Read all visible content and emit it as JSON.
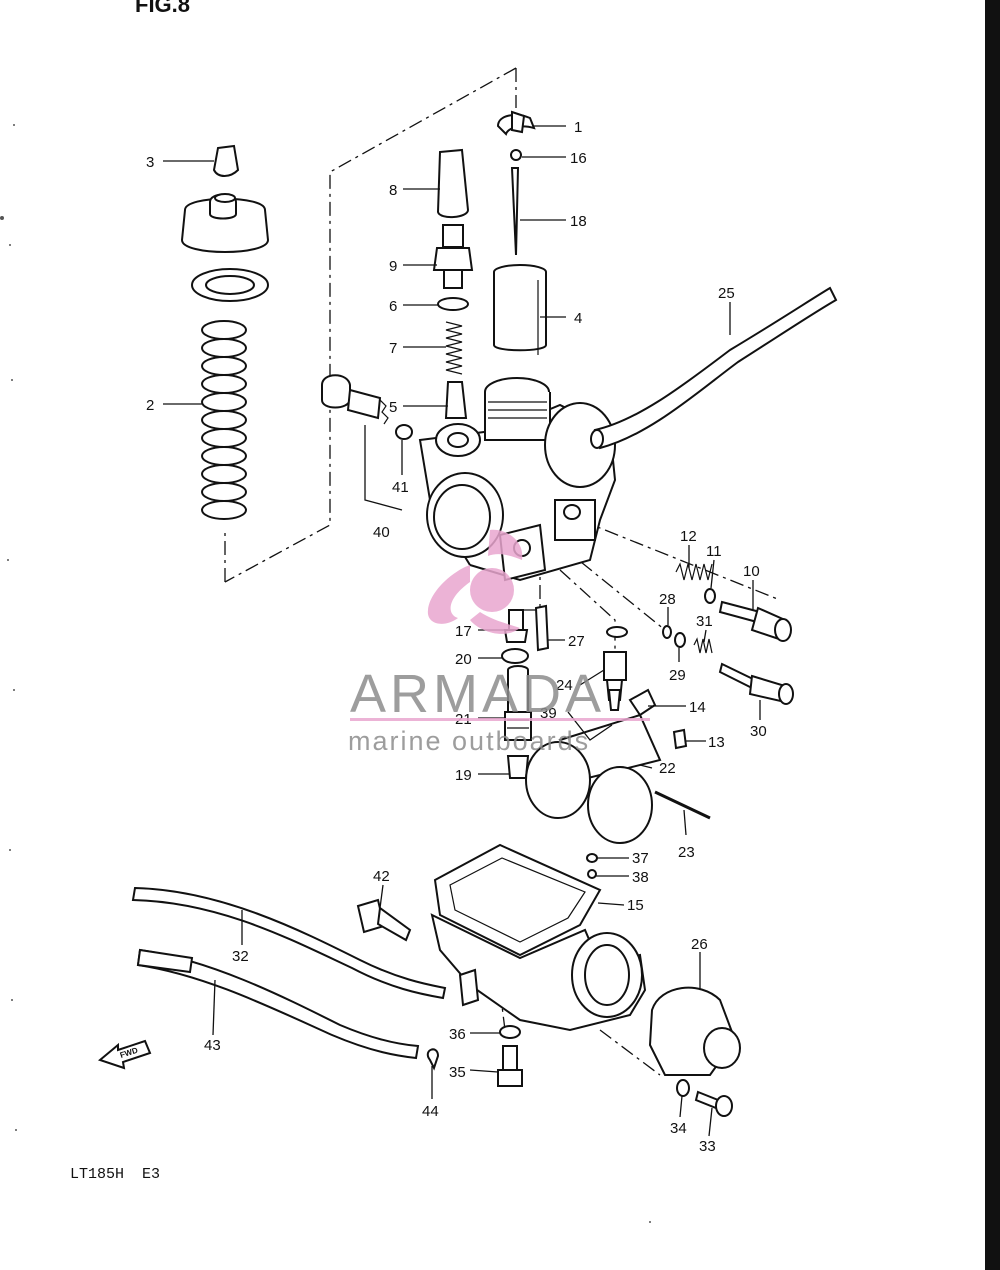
{
  "figure": {
    "title": "FIG.8",
    "model": "LT185H  E3",
    "fwd_label": "FWD"
  },
  "watermark": {
    "brand": "ARMADA",
    "tagline": "marine outboards",
    "brand_color": "#e9a6cf",
    "text_color": "#8c8c8c"
  },
  "callouts": {
    "c1": "1",
    "c2": "2",
    "c3": "3",
    "c4": "4",
    "c5": "5",
    "c6": "6",
    "c7": "7",
    "c8": "8",
    "c9": "9",
    "c10": "10",
    "c11": "11",
    "c12": "12",
    "c13": "13",
    "c14": "14",
    "c15": "15",
    "c16": "16",
    "c17": "17",
    "c18": "18",
    "c19": "19",
    "c20": "20",
    "c21": "21",
    "c22": "22",
    "c23": "23",
    "c24": "24",
    "c25": "25",
    "c26": "26",
    "c27": "27",
    "c28": "28",
    "c29": "29",
    "c30": "30",
    "c31": "31",
    "c32": "32",
    "c33": "33",
    "c34": "34",
    "c35": "35",
    "c36": "36",
    "c37": "37",
    "c38": "38",
    "c39": "39",
    "c40": "40",
    "c41": "41",
    "c42": "42",
    "c43": "43",
    "c44": "44"
  }
}
